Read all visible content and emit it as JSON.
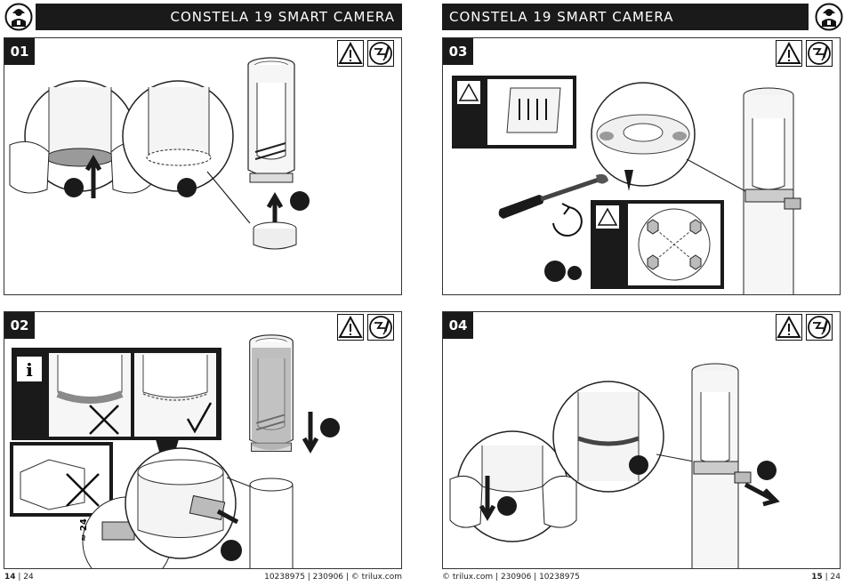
{
  "header": {
    "title": "CONSTELA 19 SMART CAMERA"
  },
  "steps": [
    {
      "number": "01"
    },
    {
      "number": "02",
      "info_label": "i",
      "dimension_label": "≈ 24"
    },
    {
      "number": "03"
    },
    {
      "number": "04"
    }
  ],
  "footer_left": {
    "page": "14",
    "total": "| 24",
    "info": "10238975 | 230906 | © trilux.com"
  },
  "footer_right": {
    "info": "© trilux.com | 230906 | 10238975",
    "page": "15",
    "total": "| 24"
  },
  "colors": {
    "dark": "#1a1a1a",
    "grey": "#9a9a9a",
    "light": "#f2f2f2"
  },
  "icons": [
    "technician-icon",
    "warning-icon",
    "screwdriver-icon",
    "rotate-icon",
    "arrow-icon"
  ]
}
